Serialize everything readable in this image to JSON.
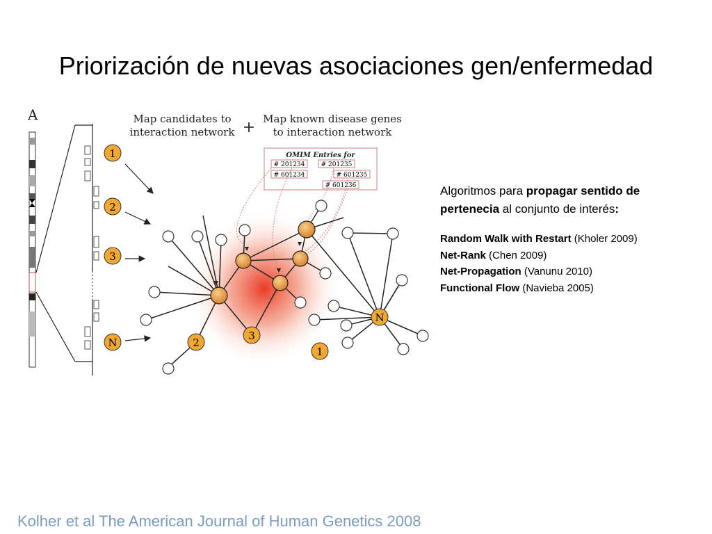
{
  "slide": {
    "title": "Priorización de nuevas asociaciones gen/enfermedad"
  },
  "figure": {
    "panel_label": "A",
    "header_left_line1": "Map candidates to",
    "header_left_line2": "interaction network",
    "plus": "+",
    "header_right_line1": "Map known disease genes",
    "header_right_line2": "to interaction network",
    "omim_title": "OMIM Entries for",
    "omim_entries": [
      "# 201234",
      "# 201235",
      "# 601234",
      "# 601235",
      "# 601236"
    ],
    "candidate_labels": [
      "1",
      "2",
      "3",
      "N"
    ],
    "network_node_labels": [
      "2",
      "3",
      "N",
      "1"
    ],
    "colors": {
      "candidate_fill": "#f0a830",
      "disease_node_fill": "#e0963c",
      "glow": "#e8301a",
      "omim_box": "#c88080"
    }
  },
  "side": {
    "intro_prefix": "Algoritmos para ",
    "intro_bold": "propagar sentido de pertenecia",
    "intro_suffix": " al conjunto de interés",
    "intro_colon": ":",
    "algorithms": [
      {
        "name": "Random Walk with Restart",
        "ref": " (Kholer 2009)"
      },
      {
        "name": "Net-Rank",
        "ref": " (Chen 2009)"
      },
      {
        "name": "Net-Propagation",
        "ref": " (Vanunu 2010)"
      },
      {
        "name": "Functional Flow",
        "ref": " (Navieba 2005)"
      }
    ]
  },
  "footer": {
    "citation": "Kolher et al The American Journal of Human Genetics 2008"
  }
}
